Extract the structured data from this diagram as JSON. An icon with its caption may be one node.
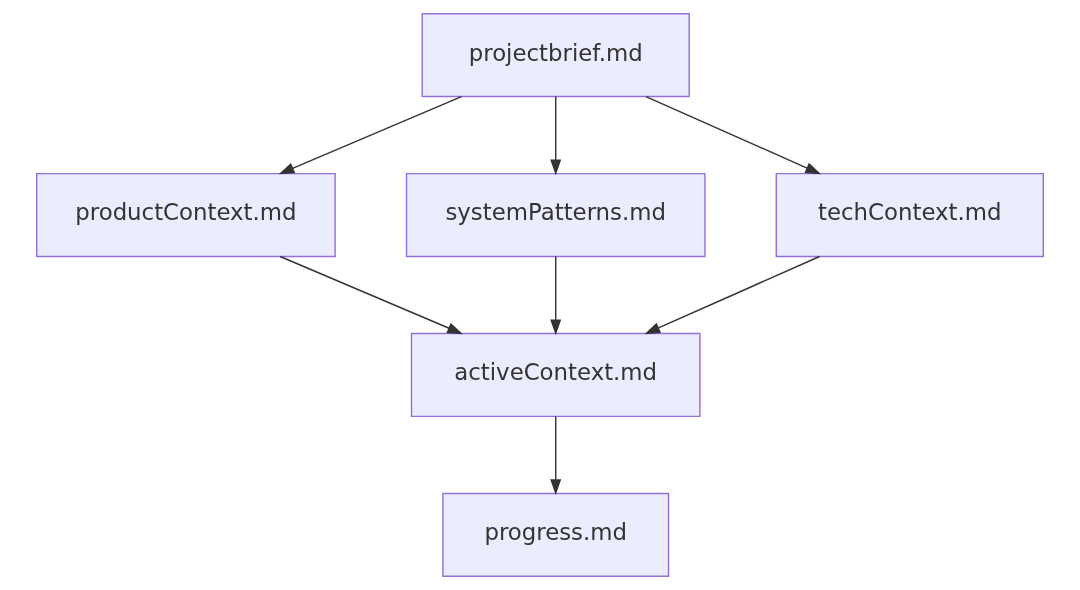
{
  "diagram": {
    "nodes": [
      {
        "text": [
          "projectbrief.md"
        ]
      },
      {
        "text": [
          "productContext.md"
        ]
      },
      {
        "text": [
          "systemPatterns.md"
        ]
      },
      {
        "text": [
          "techContext.md"
        ]
      },
      {
        "text": [
          "activeContext.md"
        ]
      },
      {
        "text": [
          "progress.md"
        ]
      }
    ],
    "edges": [
      {
        "from": 0,
        "to": 1,
        "arrow": "to"
      },
      {
        "from": 0,
        "to": 2,
        "arrow": "to"
      },
      {
        "from": 0,
        "to": 3,
        "arrow": "to"
      },
      {
        "from": 1,
        "to": 4,
        "arrow": "to"
      },
      {
        "from": 2,
        "to": 4,
        "arrow": "to"
      },
      {
        "from": 3,
        "to": 4,
        "arrow": "to"
      },
      {
        "from": 4,
        "to": 5,
        "arrow": "to"
      }
    ]
  }
}
